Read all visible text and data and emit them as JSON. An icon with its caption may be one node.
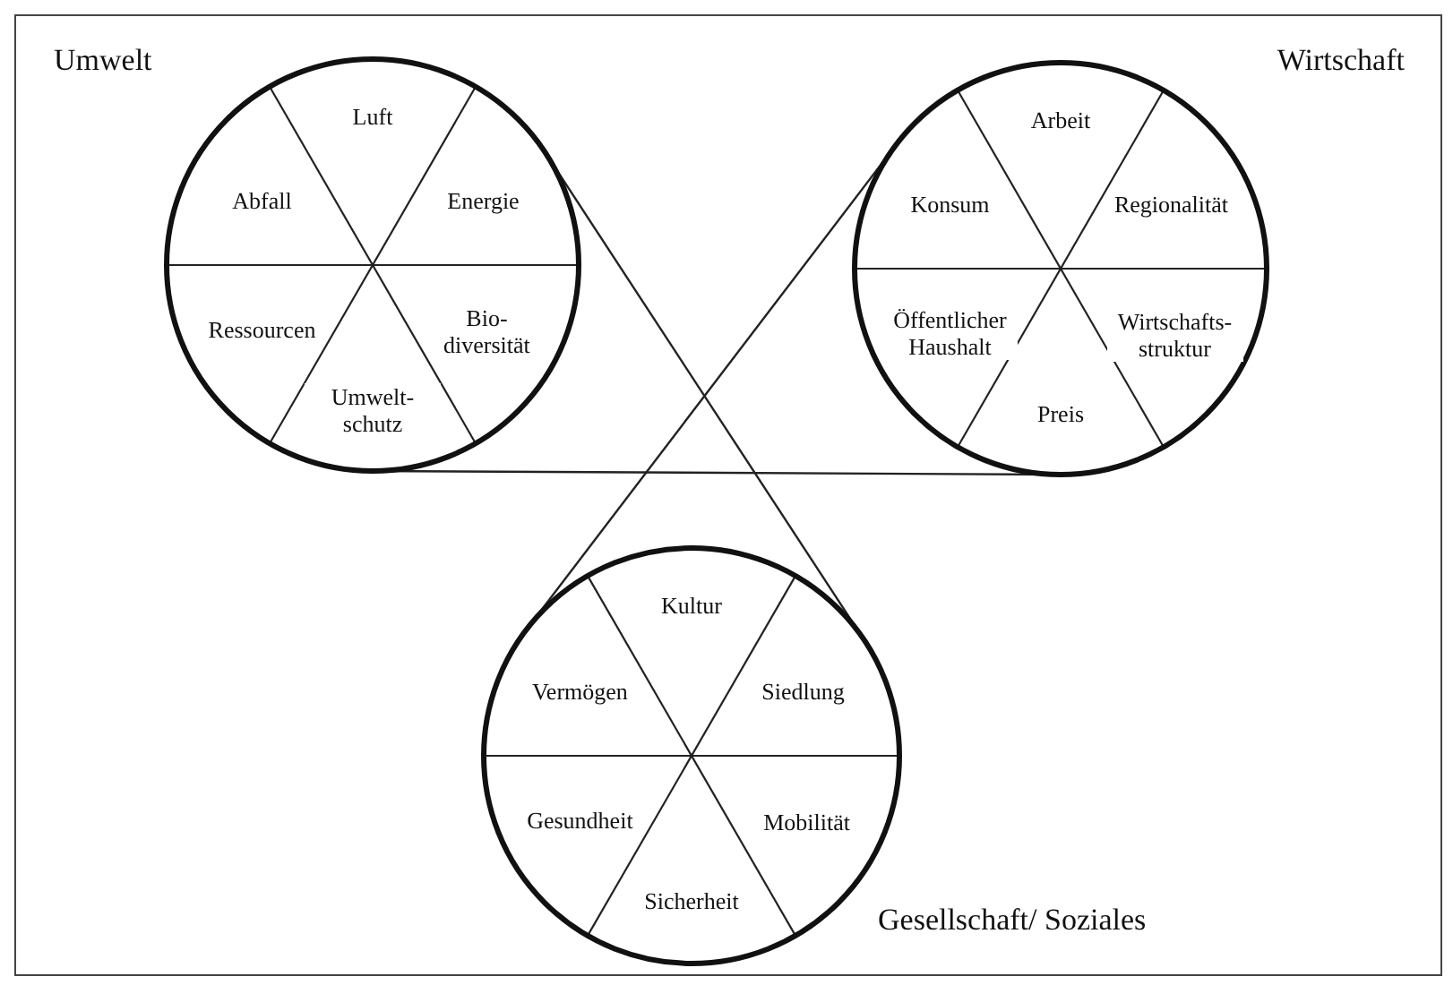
{
  "diagram": {
    "nodes": [
      {
        "text": [
          "Umwelt"
        ]
      },
      {
        "text": [
          "Luft"
        ],
        "in": 0
      },
      {
        "text": [
          "Abfall"
        ],
        "in": 0
      },
      {
        "text": [
          "Energie"
        ],
        "in": 0
      },
      {
        "text": [
          "Ressourcen"
        ],
        "in": 0
      },
      {
        "text": [
          "Bio- diversität"
        ],
        "in": 0
      },
      {
        "text": [
          "Umwelt- schutz"
        ],
        "in": 0
      },
      {
        "text": [
          "Wirtschaft"
        ]
      },
      {
        "text": [
          "Arbeit"
        ],
        "in": 7
      },
      {
        "text": [
          "Konsum"
        ],
        "in": 7
      },
      {
        "text": [
          "Regionalität"
        ],
        "in": 7
      },
      {
        "text": [
          "Öffentlicher Haushalt"
        ],
        "in": 7
      },
      {
        "text": [
          "Wirtschafts- struktur"
        ],
        "in": 7
      },
      {
        "text": [
          "Preis"
        ],
        "in": 7
      },
      {
        "text": [
          "Gesellschaft/ Soziales"
        ]
      },
      {
        "text": [
          "Kultur"
        ],
        "in": 14
      },
      {
        "text": [
          "Vermögen"
        ],
        "in": 14
      },
      {
        "text": [
          "Siedlung"
        ],
        "in": 14
      },
      {
        "text": [
          "Gesundheit"
        ],
        "in": 14
      },
      {
        "text": [
          "Mobilität"
        ],
        "in": 14
      },
      {
        "text": [
          "Sicherheit"
        ],
        "in": 14
      }
    ],
    "edges": [
      {
        "from": 0,
        "to": 7,
        "arrow": "none"
      },
      {
        "from": 0,
        "to": 14,
        "arrow": "none"
      },
      {
        "from": 7,
        "to": 14,
        "arrow": "none"
      }
    ]
  }
}
